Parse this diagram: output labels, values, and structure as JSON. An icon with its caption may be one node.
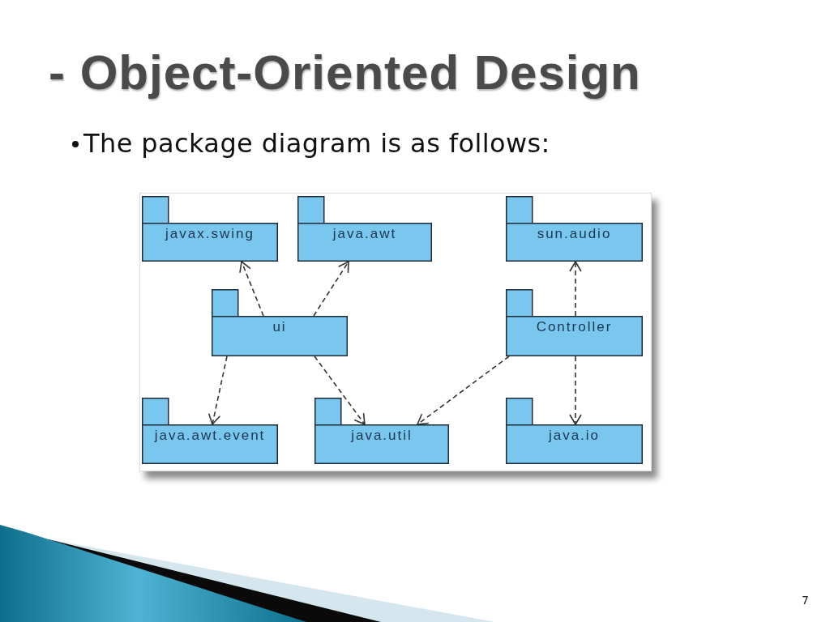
{
  "diagram": {
    "title": "- Object-Oriented Design",
    "nodes": [
      {
        "text": [
          "javax.swing"
        ]
      },
      {
        "text": [
          "java.awt"
        ]
      },
      {
        "text": [
          "sun.audio"
        ]
      },
      {
        "text": [
          "ui"
        ]
      },
      {
        "text": [
          "Controller"
        ]
      },
      {
        "text": [
          "java.awt.event"
        ]
      },
      {
        "text": [
          "java.util"
        ]
      },
      {
        "text": [
          "java.io"
        ]
      }
    ],
    "edges": [
      {
        "from": 3,
        "to": 0,
        "arrow": "to",
        "style": "dashed"
      },
      {
        "from": 3,
        "to": 1,
        "arrow": "to",
        "style": "dashed"
      },
      {
        "from": 4,
        "to": 2,
        "arrow": "to",
        "style": "dashed"
      },
      {
        "from": 3,
        "to": 5,
        "arrow": "to",
        "style": "dashed"
      },
      {
        "from": 3,
        "to": 6,
        "arrow": "to",
        "style": "dashed"
      },
      {
        "from": 4,
        "to": 6,
        "arrow": "to",
        "style": "dashed"
      },
      {
        "from": 4,
        "to": 7,
        "arrow": "to",
        "style": "dashed"
      }
    ],
    "labels": [
      "The package diagram is as follows:",
      "7"
    ]
  }
}
